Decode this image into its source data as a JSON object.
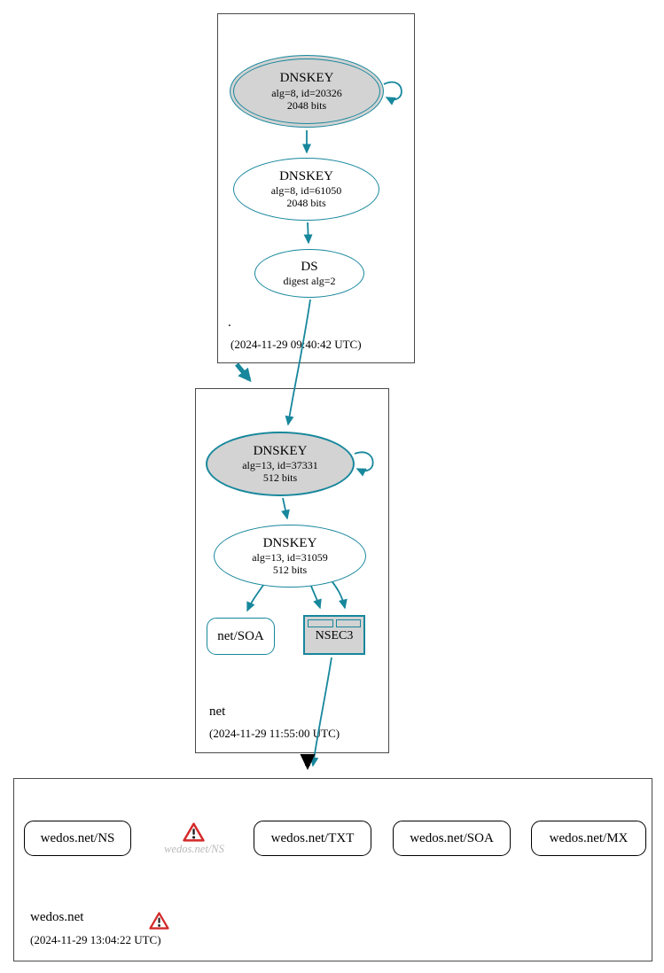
{
  "colors": {
    "teal": "#17879c",
    "node_gray": "#d3d3d3",
    "warning_red": "#d42a2a"
  },
  "zones": {
    "root": {
      "name": ".",
      "timestamp": "(2024-11-29 09:40:42 UTC)",
      "ksk": {
        "type": "DNSKEY",
        "detail": "alg=8, id=20326",
        "size": "2048 bits"
      },
      "zsk": {
        "type": "DNSKEY",
        "detail": "alg=8, id=61050",
        "size": "2048 bits"
      },
      "ds": {
        "type": "DS",
        "detail": "digest alg=2"
      }
    },
    "net": {
      "name": "net",
      "timestamp": "(2024-11-29 11:55:00 UTC)",
      "ksk": {
        "type": "DNSKEY",
        "detail": "alg=13, id=37331",
        "size": "512 bits"
      },
      "zsk": {
        "type": "DNSKEY",
        "detail": "alg=13, id=31059",
        "size": "512 bits"
      },
      "soa": {
        "label": "net/SOA"
      },
      "nsec3": {
        "label": "NSEC3"
      }
    },
    "wedos": {
      "name": "wedos.net",
      "timestamp": "(2024-11-29 13:04:22 UTC)",
      "ns": {
        "label": "wedos.net/NS"
      },
      "ns_warning": {
        "label": "wedos.net/NS"
      },
      "txt": {
        "label": "wedos.net/TXT"
      },
      "soa": {
        "label": "wedos.net/SOA"
      },
      "mx": {
        "label": "wedos.net/MX"
      }
    }
  }
}
